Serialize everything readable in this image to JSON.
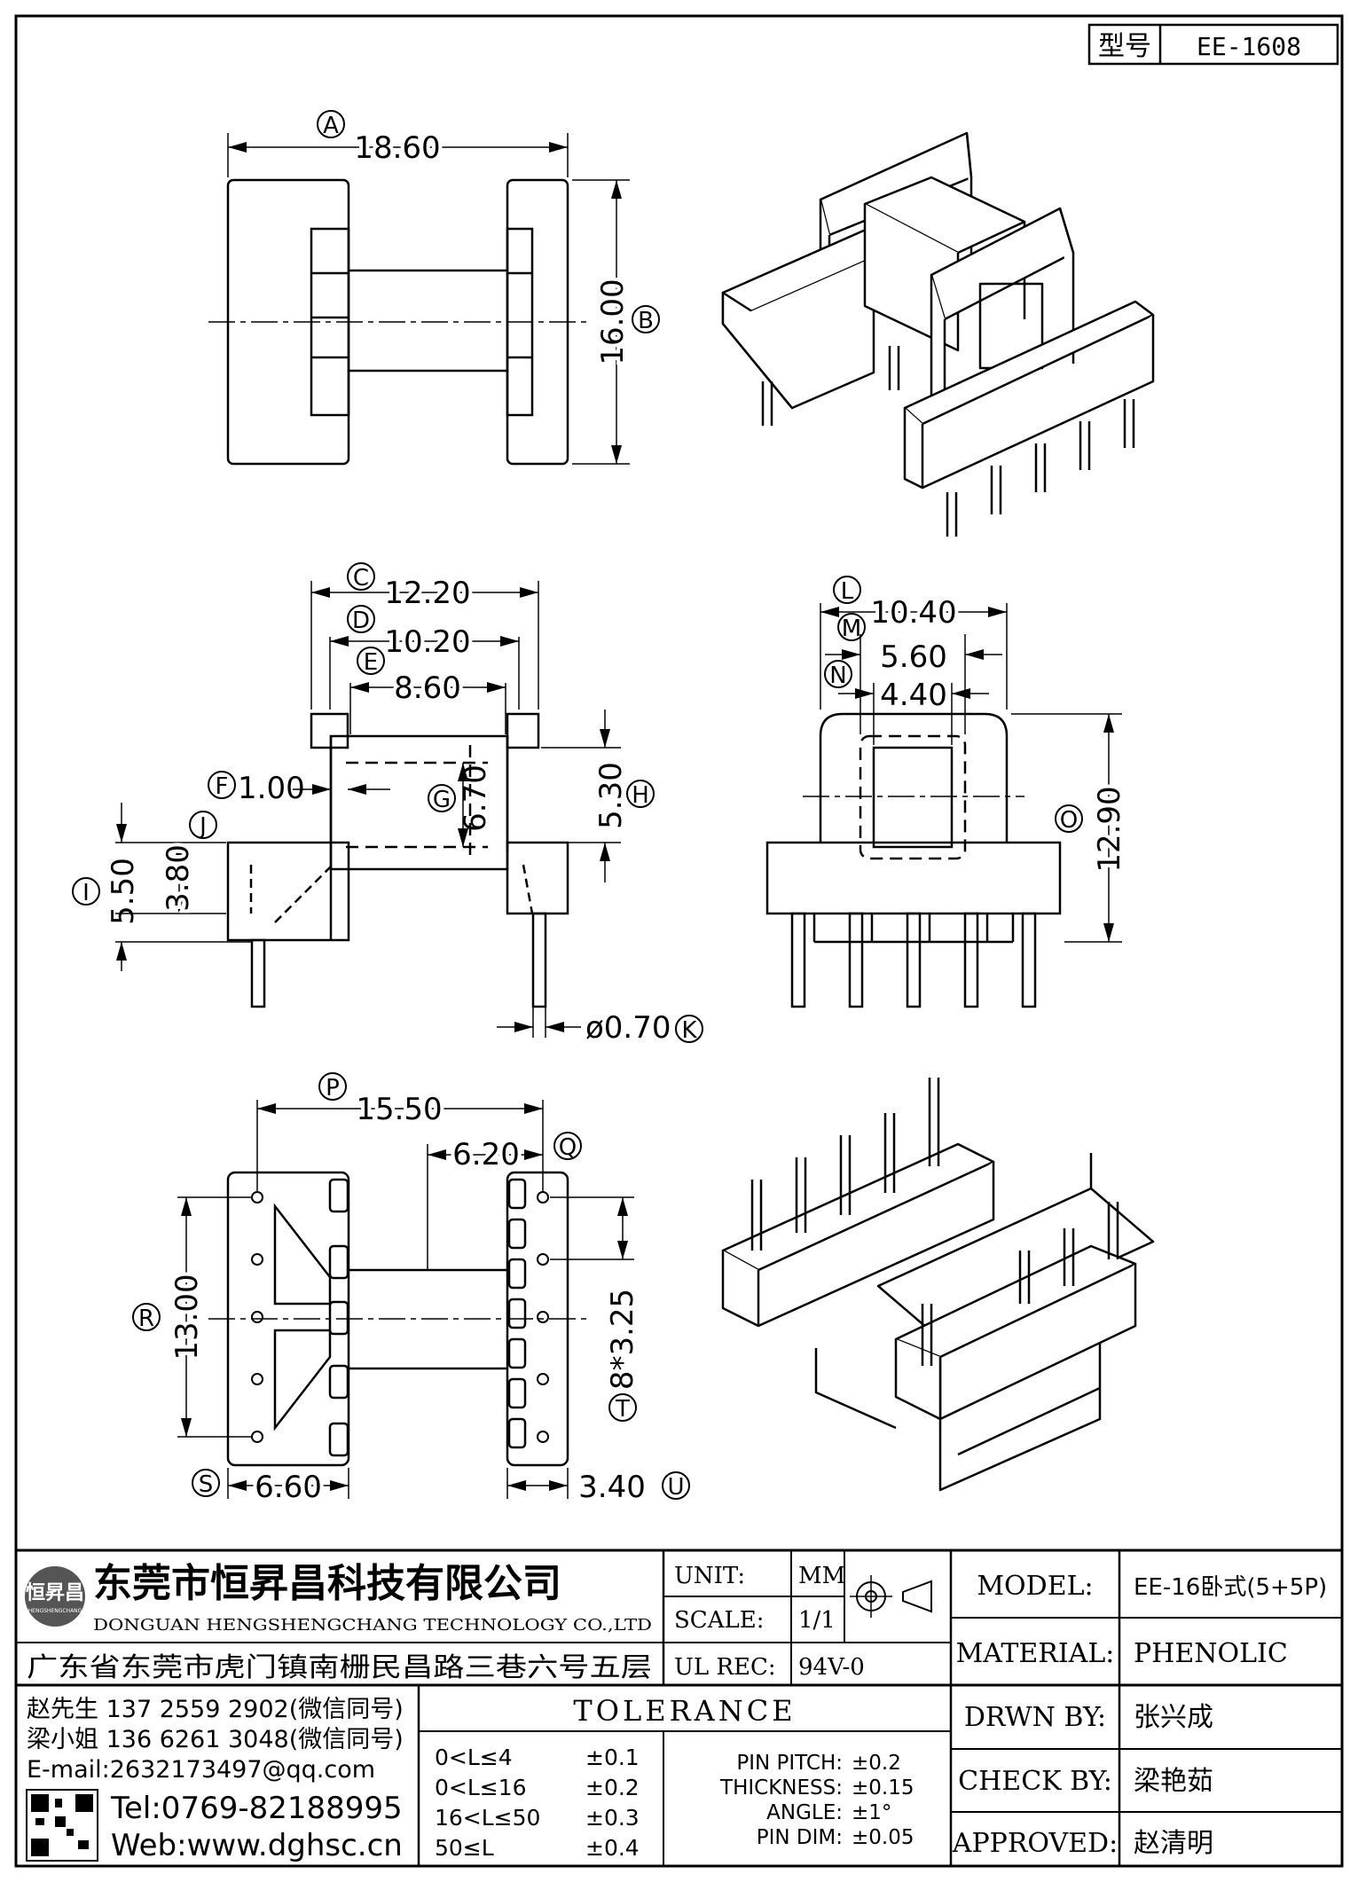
{
  "title_box": {
    "label": "型号",
    "value": "EE-1608"
  },
  "views": {
    "top": {
      "dim_A": {
        "circle": "A",
        "value": "18.60"
      },
      "dim_B": {
        "circle": "B",
        "value": "16.00"
      }
    },
    "front": {
      "dim_C": {
        "circle": "C",
        "value": "12.20"
      },
      "dim_D": {
        "circle": "D",
        "value": "10.20"
      },
      "dim_E": {
        "circle": "E",
        "value": "8.60"
      },
      "dim_F": {
        "circle": "F",
        "value": "1.00"
      },
      "dim_G": {
        "circle": "G",
        "value": "6.70"
      },
      "dim_H": {
        "circle": "H",
        "value": "5.30"
      },
      "dim_I": {
        "circle": "I",
        "value": "5.50"
      },
      "dim_J": {
        "circle": "J",
        "value": "3.80"
      },
      "dim_K": {
        "circle": "K",
        "value": "ø0.70"
      }
    },
    "side": {
      "dim_L": {
        "circle": "L",
        "value": "10.40"
      },
      "dim_M": {
        "circle": "M",
        "value": "5.60"
      },
      "dim_N": {
        "circle": "N",
        "value": "4.40"
      },
      "dim_O": {
        "circle": "O",
        "value": "12.90"
      }
    },
    "bottom": {
      "dim_P": {
        "circle": "P",
        "value": "15.50"
      },
      "dim_Q": {
        "circle": "Q",
        "value": "6.20"
      },
      "dim_R": {
        "circle": "R",
        "value": "13.00"
      },
      "dim_S": {
        "circle": "S",
        "value": "6.60"
      },
      "dim_T": {
        "circle": "T",
        "value": "8*3.25"
      },
      "dim_U": {
        "circle": "U",
        "value": "3.40"
      }
    }
  },
  "title_block": {
    "logo_text": "恒昇昌",
    "logo_sub": "HENGSHENGCHANG",
    "company_cn": "东莞市恒昇昌科技有限公司",
    "company_en": "DONGUAN HENGSHENGCHANG TECHNOLOGY CO.,LTD",
    "address": "广东省东莞市虎门镇南栅民昌路三巷六号五层",
    "unit_label": "UNIT:",
    "unit_value": "MM",
    "scale_label": "SCALE:",
    "scale_value": "1/1",
    "ulrec_label": "UL REC:",
    "ulrec_value": "94V-0",
    "model_label": "MODEL:",
    "model_value": "EE-16卧式(5+5P)",
    "material_label": "MATERIAL:",
    "material_value": "PHENOLIC",
    "drwn_label": "DRWN BY:",
    "drwn_value": "张兴成",
    "check_label": "CHECK BY:",
    "check_value": "梁艳茹",
    "approved_label": "APPROVED:",
    "approved_value": "赵清明",
    "contacts": [
      "赵先生 137 2559 2902(微信同号)",
      "梁小姐 136 6261 3048(微信同号)",
      "E-mail:2632173497@qq.com"
    ],
    "tel": "Tel:0769-82188995",
    "web": "Web:www.dghsc.cn",
    "tolerance_title": "TOLERANCE",
    "tolerance_rows": [
      {
        "range": "0<L≤4",
        "tol": "±0.1"
      },
      {
        "range": "0<L≤16",
        "tol": "±0.2"
      },
      {
        "range": "16<L≤50",
        "tol": "±0.3"
      },
      {
        "range": "50≤L",
        "tol": "±0.4"
      }
    ],
    "tolerance_misc": [
      {
        "label": "PIN PITCH:",
        "tol": "±0.2"
      },
      {
        "label": "THICKNESS:",
        "tol": "±0.15"
      },
      {
        "label": "ANGLE:",
        "tol": "±1°"
      },
      {
        "label": "PIN DIM:",
        "tol": "±0.05"
      }
    ]
  }
}
